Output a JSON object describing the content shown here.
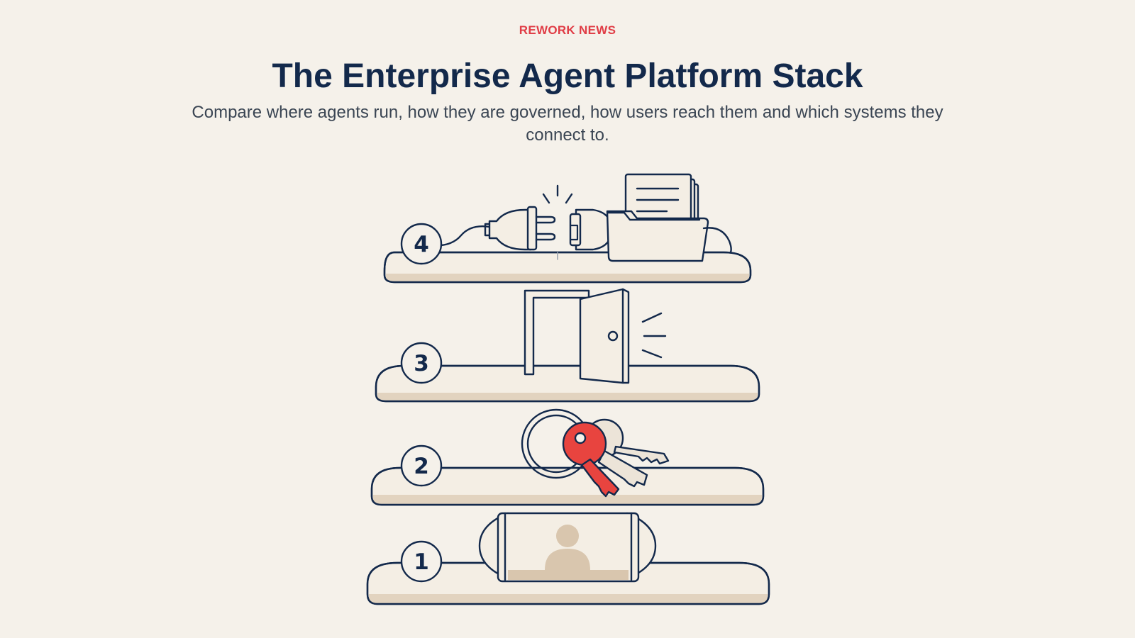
{
  "header": {
    "eyebrow": "REWORK NEWS",
    "title": "The Enterprise Agent Platform Stack",
    "subtitle": "Compare where agents run, how they are governed, how users reach them and which systems they connect to."
  },
  "layers": [
    {
      "number": "4",
      "icon": "plug-and-folder-icon"
    },
    {
      "number": "3",
      "icon": "open-door-icon"
    },
    {
      "number": "2",
      "icon": "keys-icon"
    },
    {
      "number": "1",
      "icon": "user-window-icon"
    }
  ],
  "colors": {
    "accent": "#e03c45",
    "ink": "#13294b",
    "background": "#f5f1ea",
    "shelf_fill": "#f4eee4",
    "shelf_edge": "#e2d3bf",
    "key_gray": "#ece4d8",
    "avatar": "#d9c6ae"
  }
}
